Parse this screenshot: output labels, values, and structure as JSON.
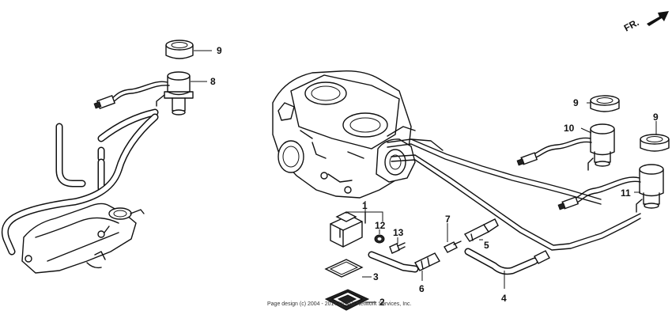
{
  "diagram": {
    "direction_label": "FR.",
    "callouts": {
      "c1": "1",
      "c2": "2",
      "c3": "3",
      "c4": "4",
      "c5": "5",
      "c6": "6",
      "c7": "7",
      "c8": "8",
      "c9a": "9",
      "c9b": "9",
      "c9c": "9",
      "c10": "10",
      "c11": "11",
      "c12": "12",
      "c13": "13"
    },
    "footer_caption": "Page design (c) 2004 - 2017 by ARI Network Services, Inc."
  },
  "colors": {
    "line": "#111111",
    "background": "#ffffff"
  }
}
